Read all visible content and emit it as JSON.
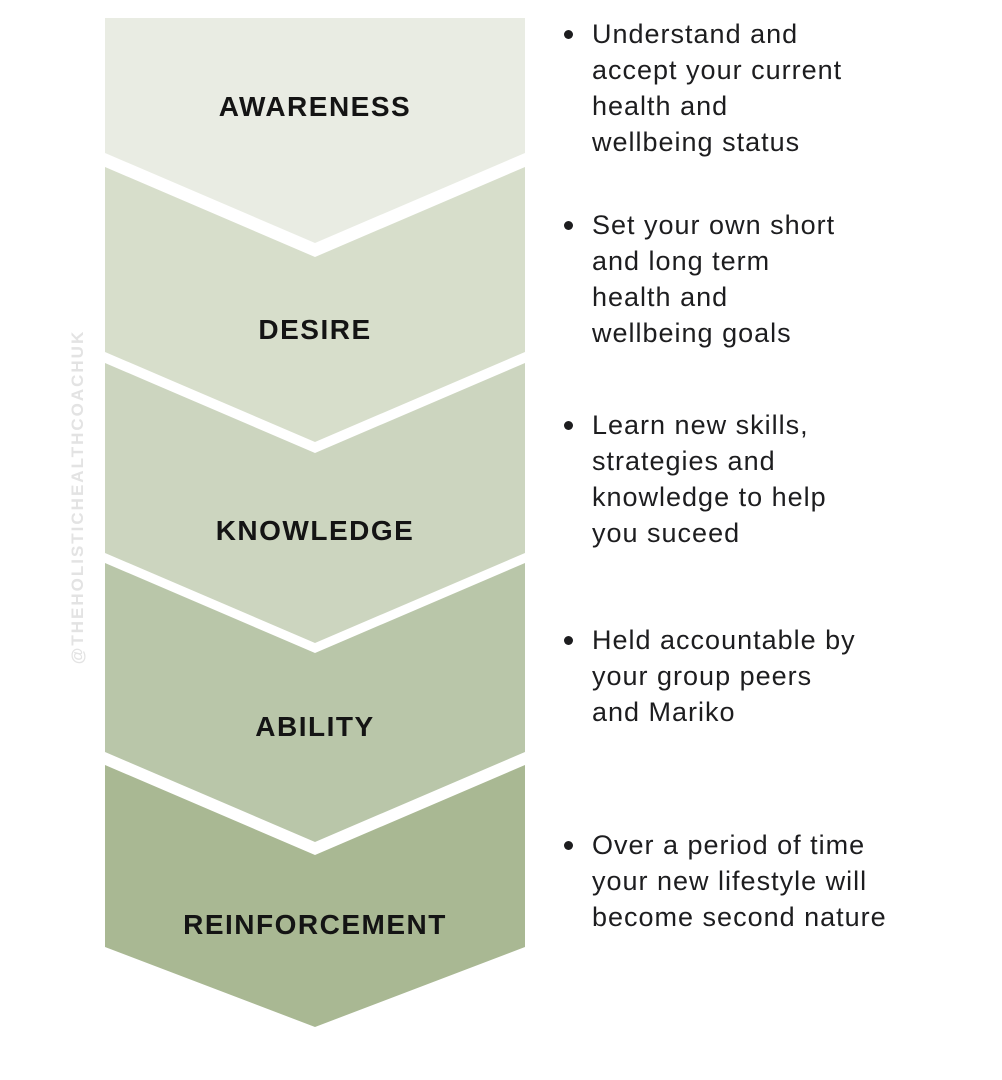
{
  "watermark": {
    "text": "@THEHOLISTICHEALTHCOACHUK",
    "color": "#e3e3e3"
  },
  "palette": {
    "background": "#ffffff",
    "label_text": "#141414",
    "body_text": "#1d1d1f"
  },
  "steps": [
    {
      "label": "AWARENESS",
      "color": "#E9ECE3",
      "description": "Understand and\naccept your current\nhealth and\nwellbeing status"
    },
    {
      "label": "DESIRE",
      "color": "#D7DECB",
      "description": "Set your own short\nand long term\nhealth and\nwellbeing goals"
    },
    {
      "label": "KNOWLEDGE",
      "color": "#CCD5BF",
      "description": "Learn new skills,\nstrategies and\nknowledge to help\nyou suceed"
    },
    {
      "label": "ABILITY",
      "color": "#B9C6A9",
      "description": "Held accountable by\nyour group peers\nand Mariko"
    },
    {
      "label": "REINFORCEMENT",
      "color": "#A9B893",
      "description": "Over a period of time\nyour new lifestyle will\nbecome second nature"
    }
  ]
}
